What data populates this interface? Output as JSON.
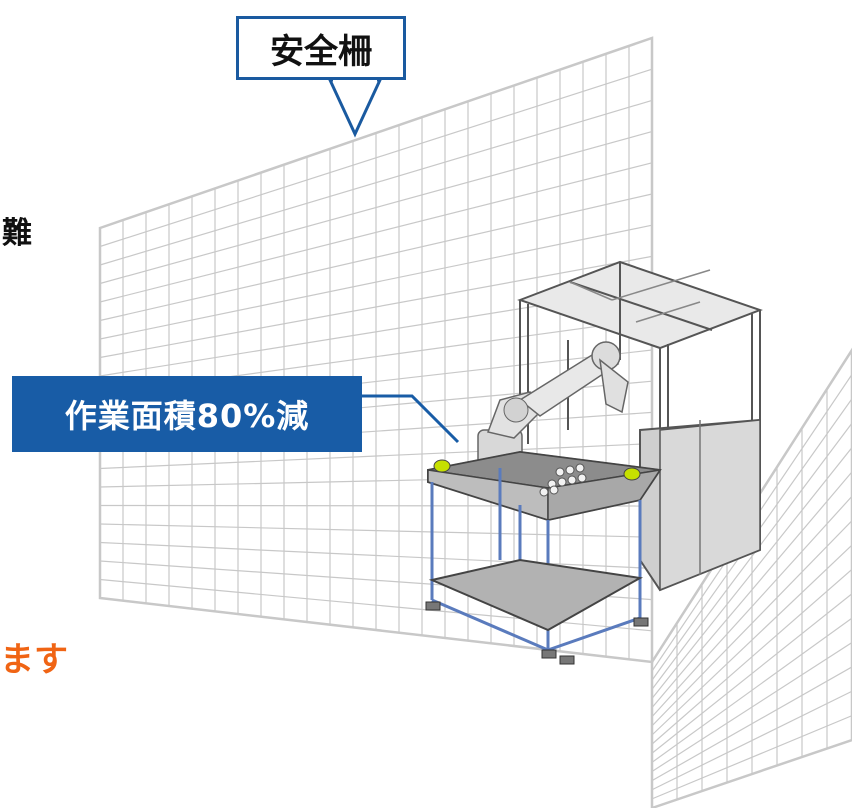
{
  "labels": {
    "safety_fence": "安全柵",
    "area_reduction": "作業面積80%減",
    "edge_text_left": "難",
    "edge_text_bottom": "ます"
  },
  "colors": {
    "callout_blue": "#185ca6",
    "callout_border": "#1a5aa0",
    "accent_orange": "#f06414",
    "grid_line": "#c8c8c8",
    "frame_steel": "#6b6b6b",
    "panel_gray": "#dcdcdc",
    "sensor_green": "#c6e000"
  },
  "icons": {
    "machine": "robot-cell-icon",
    "sensors": "safety-sensor-icon"
  }
}
